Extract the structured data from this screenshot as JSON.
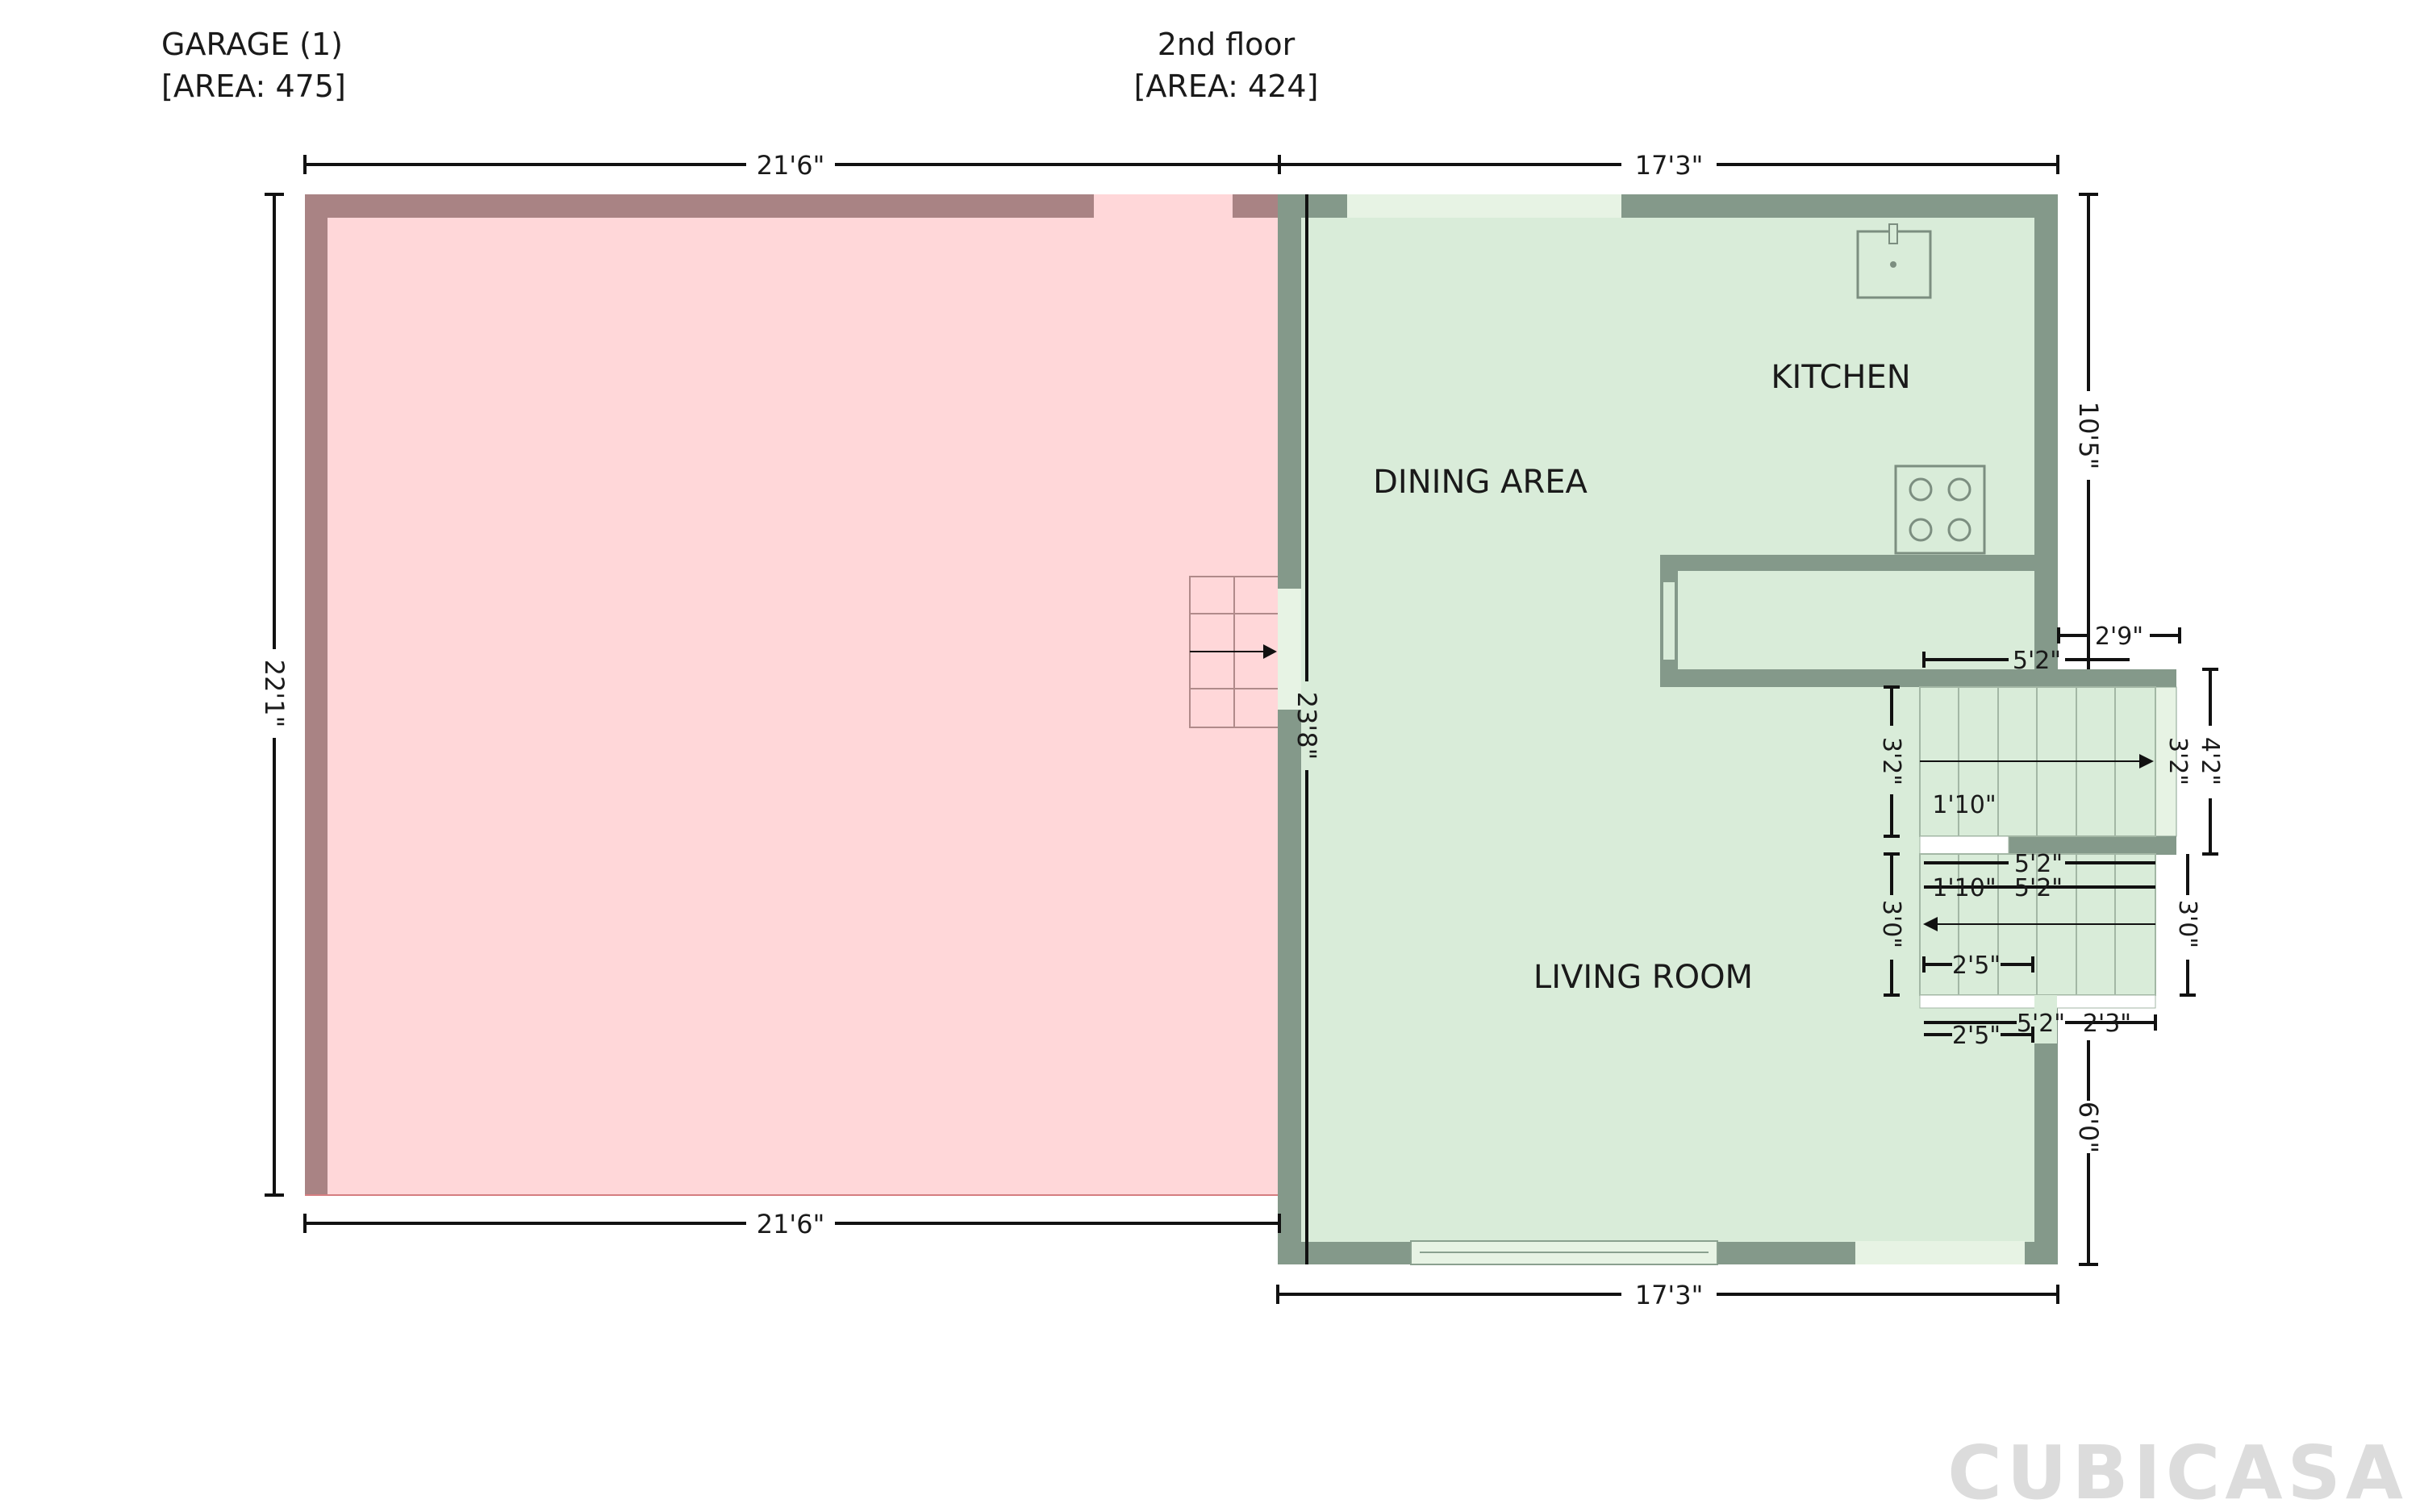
{
  "colors": {
    "garage_fill": "#ffd7d9",
    "garage_wall": "#a98384",
    "floor_fill": "#d9ecd9",
    "floor_wall": "#84998a",
    "window": "#e7f3e4",
    "logo": "#dcdcdc"
  },
  "headers": {
    "garage_title": "GARAGE (1)",
    "garage_area": "[AREA: 475]",
    "floor_title": "2nd floor",
    "floor_area": "[AREA: 424]"
  },
  "rooms": {
    "kitchen": "KITCHEN",
    "dining": "DINING AREA",
    "living": "LIVING ROOM"
  },
  "dimensions": {
    "garage_top": "21'6\"",
    "garage_bottom": "21'6\"",
    "garage_left": "22'1\"",
    "floor_top": "17'3\"",
    "floor_bottom": "17'3\"",
    "floor_left": "23'8\"",
    "right_upper": "10'5\"",
    "right_lower": "6'0\"",
    "stair_top_w": "5'2\"",
    "stair_landing_w": "2'9\"",
    "stair_upper_h": "3'2\"",
    "stair_upper_h_inner": "3'2\"",
    "stair_outer_h": "4'2\"",
    "stair_mid_1": "1'10\"",
    "stair_mid_2": "5'2\"",
    "stair_mid_3": "1'10\"",
    "stair_mid_4": "5'2\"",
    "stair_lower_h_left": "3'0\"",
    "stair_lower_h_right": "3'0\"",
    "stair_step_1": "2'5\"",
    "stair_bottom_1": "5'2\"",
    "stair_bottom_2": "2'3\"",
    "stair_bottom_3": "2'5\""
  },
  "brand": "CUBICASA"
}
